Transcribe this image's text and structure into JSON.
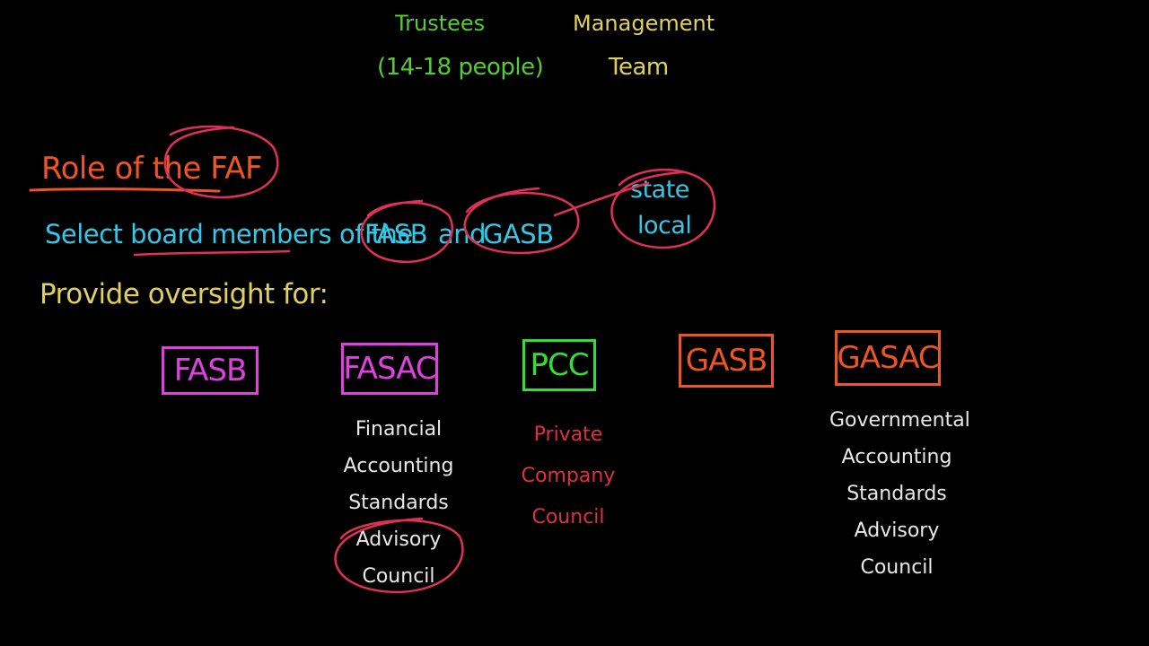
{
  "header": {
    "trustees_label": "Trustees",
    "trustees_count": "(14-18 people)",
    "management_label": "Management",
    "team_label": "Team"
  },
  "role": {
    "title": "Role of the FAF"
  },
  "select_line": {
    "text_1": "Select board members of the",
    "fasb": "FASB",
    "and": "and",
    "gasb": "GASB",
    "state_local": [
      "state",
      "local"
    ]
  },
  "oversight": {
    "heading": "Provide oversight for:"
  },
  "boxes": [
    {
      "id": "fasb",
      "label": "FASB",
      "color": "#e040e0",
      "description": []
    },
    {
      "id": "fasac",
      "label": "FASAC",
      "color": "#e040e0",
      "description": [
        "Financial",
        "Accounting",
        "Standards",
        "Advisory",
        "Council"
      ]
    },
    {
      "id": "pcc",
      "label": "PCC",
      "color": "#33dd33",
      "description": [
        "Private",
        "Company",
        "Council"
      ]
    },
    {
      "id": "gasb",
      "label": "GASB",
      "color": "#ee5522",
      "description": []
    },
    {
      "id": "gasac",
      "label": "GASAC",
      "color": "#ee5522",
      "description": [
        "Governmental",
        "Accounting",
        "Standards",
        "Advisory",
        "Council"
      ]
    }
  ],
  "colors": {
    "background": "#000000",
    "green": "#55cc33",
    "yellow": "#e0d060",
    "orange_red": "#ee5522",
    "cyan": "#33c8e8",
    "magenta": "#e040e0",
    "crimson": "#e0305a",
    "red_text": "#e03040",
    "white": "#e8e8e8"
  }
}
